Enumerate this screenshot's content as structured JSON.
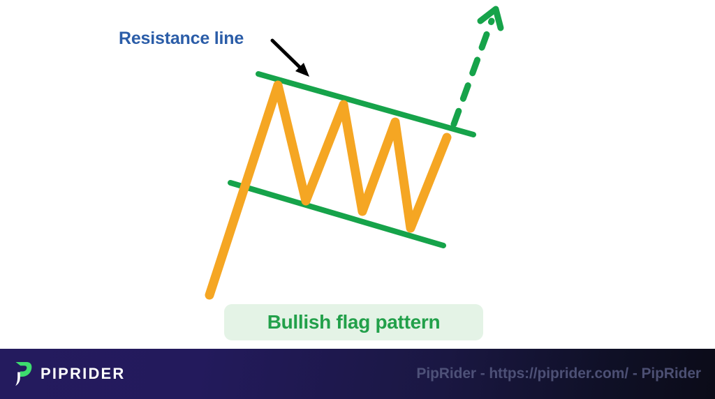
{
  "annotations": {
    "resistance_label": "Resistance line",
    "pattern_caption": "Bullish flag pattern"
  },
  "footer": {
    "brand_name": "PIPRIDER",
    "watermark": "PipRider - https://piprider.com/ - PipRider"
  },
  "colors": {
    "price_line": "#f5a623",
    "trend_line": "#16a34a",
    "breakout_arrow": "#16a34a",
    "pointer_arrow": "#000000",
    "resistance_label_text": "#2b5da8",
    "caption_text": "#22a04a",
    "caption_background": "#e4f3e6",
    "footer_start": "#241b5e",
    "footer_end": "#0b0b18",
    "brand_mark": "#3ddc6e",
    "watermark_text": "#5a5e85",
    "canvas_background": "#ffffff"
  },
  "chart_data": {
    "type": "line",
    "title": "Bullish flag pattern",
    "xlabel": "",
    "ylabel": "",
    "grid": false,
    "legend": "none",
    "series": [
      {
        "name": "price-action",
        "role": "flagpole-and-flag",
        "points": [
          [
            300,
            423
          ],
          [
            398,
            122
          ],
          [
            438,
            288
          ],
          [
            492,
            150
          ],
          [
            519,
            303
          ],
          [
            566,
            175
          ],
          [
            588,
            327
          ],
          [
            640,
            197
          ]
        ]
      },
      {
        "name": "resistance-line",
        "role": "upper-trendline",
        "points": [
          [
            370,
            106
          ],
          [
            678,
            193
          ]
        ]
      },
      {
        "name": "support-line",
        "role": "lower-trendline",
        "points": [
          [
            330,
            262
          ],
          [
            635,
            352
          ]
        ]
      },
      {
        "name": "breakout-arrow",
        "role": "projected-breakout",
        "style": "dashed",
        "points": [
          [
            650,
            178
          ],
          [
            709,
            18
          ]
        ]
      },
      {
        "name": "pointer-arrow",
        "role": "callout-pointer",
        "points": [
          [
            390,
            58
          ],
          [
            440,
            107
          ]
        ]
      }
    ]
  }
}
